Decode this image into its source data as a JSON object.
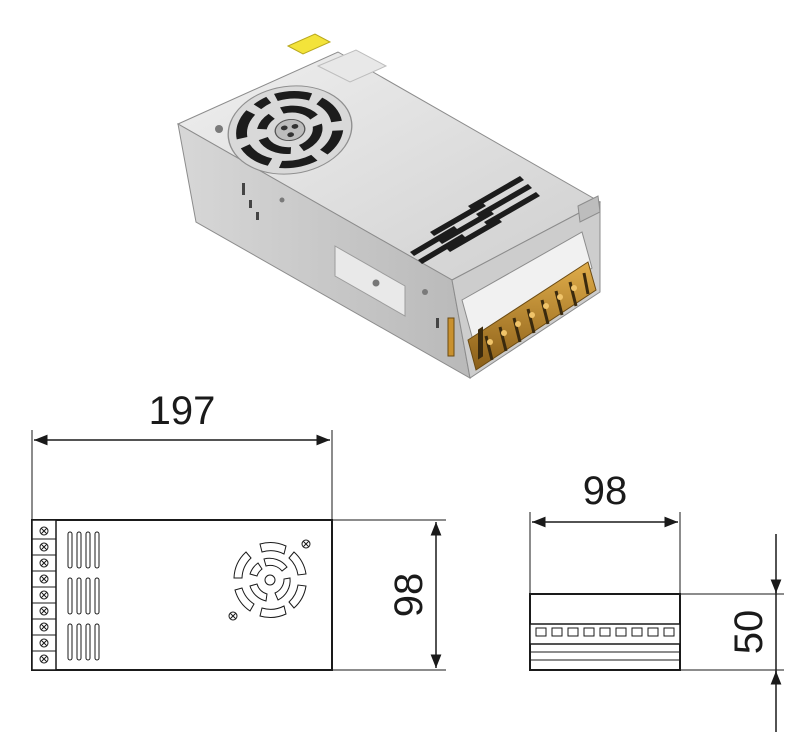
{
  "dimensions": {
    "top_length": "197",
    "top_width": "98",
    "end_width": "98",
    "end_height": "50"
  },
  "colors": {
    "line": "#1a1a1a",
    "case_light": "#e4e4e4",
    "case_mid": "#c8c8c8",
    "case_dark": "#9a9a9a",
    "terminal": "#c8902a",
    "terminal_dark": "#6b4a12",
    "label_sticker": "#f3e33a"
  },
  "icons": {
    "fan": "fan-grille-icon",
    "screw": "screw-icon",
    "terminal_block": "terminal-block-icon"
  }
}
